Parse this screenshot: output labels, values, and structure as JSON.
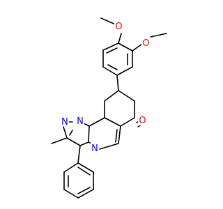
{
  "molecule": {
    "labels": {
      "o_methoxy_top": "O",
      "o_methoxy_right": "O",
      "o_ketone": "O",
      "n_pyrazole_a": "N",
      "n_pyrazole_b": "N",
      "n_pyrimidine": "N"
    },
    "colors": {
      "bond": "#000000",
      "oxygen": "#ff0000",
      "nitrogen": "#0000ff"
    }
  }
}
